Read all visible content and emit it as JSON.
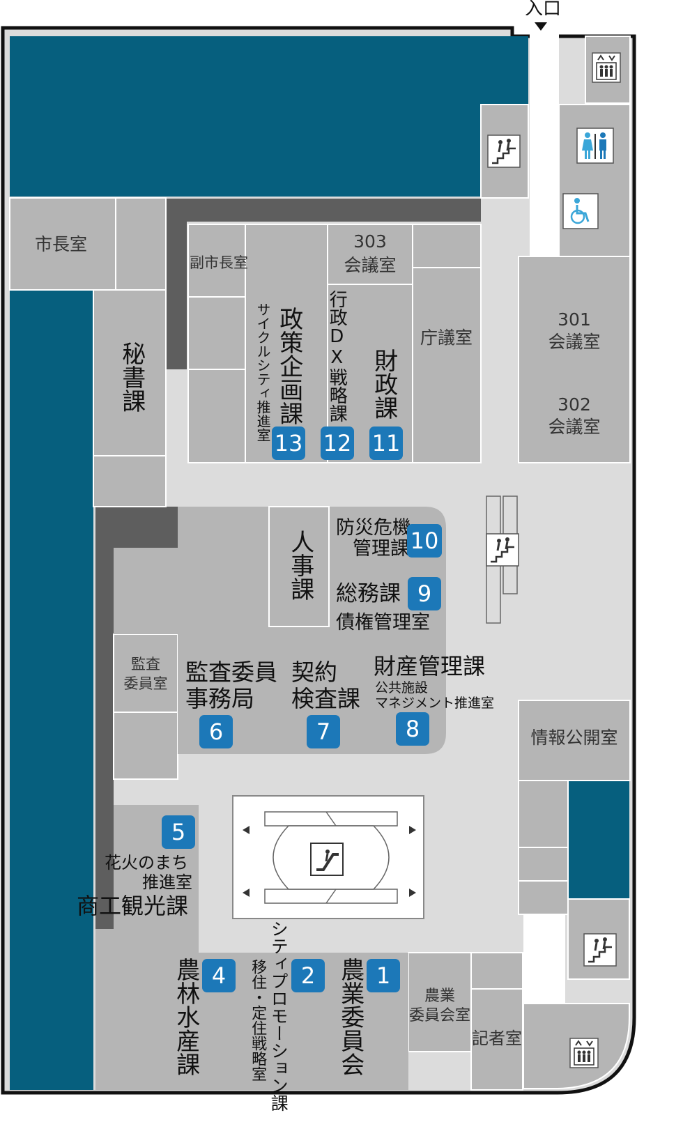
{
  "entrance_label": "入口",
  "rooms": {
    "mayor": "市長室",
    "deputy_mayor": "副市長室",
    "secretary": "秘書課",
    "room303_num": "303",
    "room303_name": "会議室",
    "council": "庁議室",
    "room301_num": "301",
    "room301_name": "会議室",
    "room302_num": "302",
    "room302_name": "会議室",
    "audit_committee_line1": "監査",
    "audit_committee_line2": "委員室",
    "info_disclosure": "情報公開室",
    "agri_committee_line1": "農業",
    "agri_committee_line2": "委員会室",
    "press": "記者室"
  },
  "departments": [
    {
      "number": "1",
      "name": "農業委員会",
      "sub": ""
    },
    {
      "number": "2",
      "name": "シティプロモーション課",
      "sub": "移住・定住戦略室"
    },
    {
      "number": "4",
      "name": "農林水産課",
      "sub": ""
    },
    {
      "number": "5",
      "name": "商工観光課",
      "sub_line1": "花火のまち",
      "sub_line2": "推進室"
    },
    {
      "number": "6",
      "name_line1": "監査委員",
      "name_line2": "事務局"
    },
    {
      "number": "7",
      "name_line1": "契約",
      "name_line2": "検査課"
    },
    {
      "number": "8",
      "name": "財産管理課",
      "sub_line1": "公共施設",
      "sub_line2": "マネジメント推進室"
    },
    {
      "number": "9",
      "name": "総務課",
      "sub": "債権管理室"
    },
    {
      "number": "10",
      "name_line1": "防災危機",
      "name_line2": "管理課"
    },
    {
      "number": "11",
      "name": "財政課"
    },
    {
      "number": "12",
      "name": "行政DX戦略課"
    },
    {
      "number": "13",
      "name": "政策企画課",
      "sub": "サイクルシティ推進室"
    }
  ],
  "personnel": "人事課",
  "icons": [
    "elevator-icon",
    "stairs-icon",
    "restroom-icon",
    "wheelchair-icon",
    "escalator-icon"
  ],
  "colors": {
    "badge": "#1c78b8",
    "void": "#065f7e",
    "room": "#b5b5b5",
    "corridor": "#dcdcdc",
    "wall": "#5e5e5e"
  }
}
